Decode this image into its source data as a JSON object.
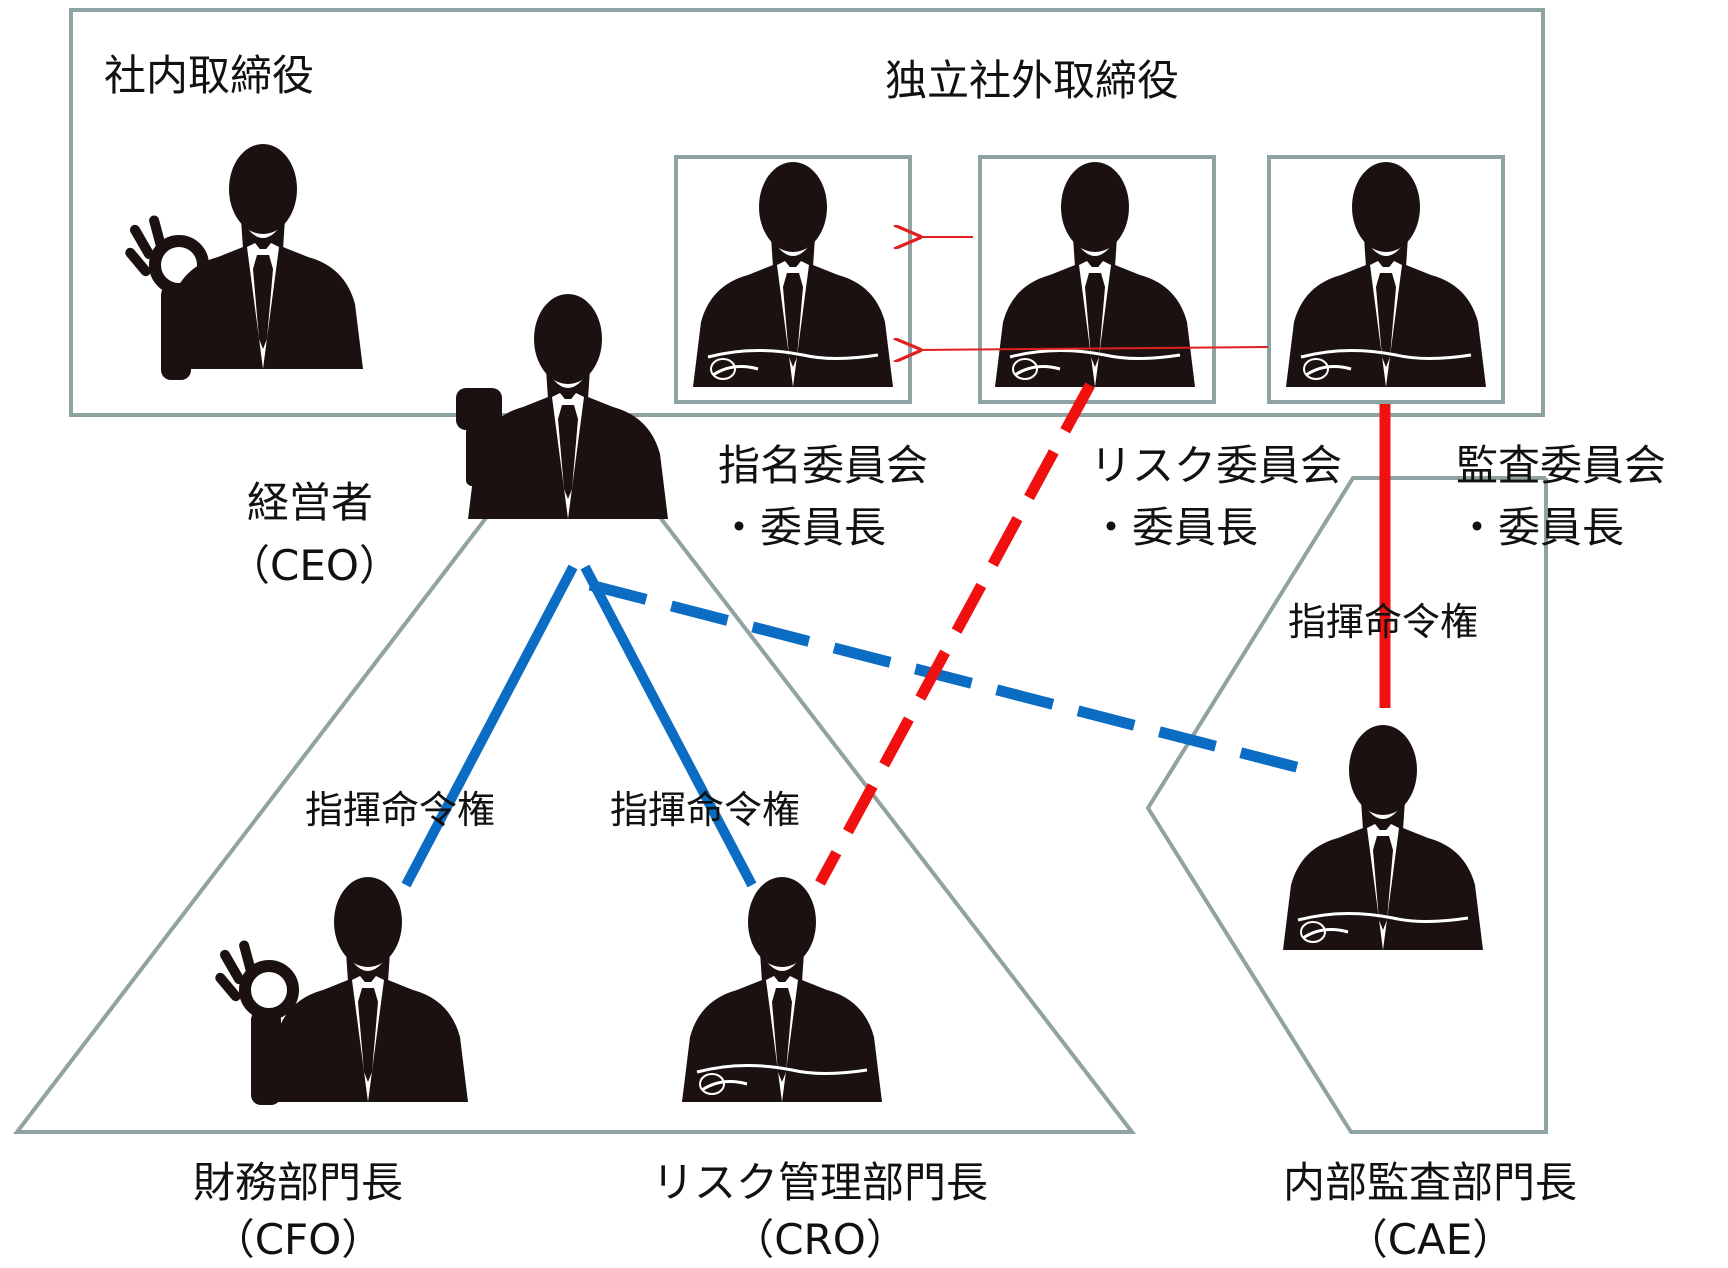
{
  "groups": {
    "internal_directors": "社内取締役",
    "independent_outside_directors": "独立社外取締役"
  },
  "roles": {
    "ceo": {
      "title": "経営者",
      "abbr": "（CEO）"
    },
    "cfo": {
      "title": "財務部門長",
      "abbr": "（CFO）"
    },
    "cro": {
      "title": "リスク管理部門長",
      "abbr": "（CRO）"
    },
    "cae": {
      "title": "内部監査部門長",
      "abbr": "（CAE）"
    }
  },
  "committees": {
    "nomination": {
      "line1": "指名委員会",
      "line2": "・委員長"
    },
    "risk": {
      "line1": "リスク委員会",
      "line2": "・委員長"
    },
    "audit": {
      "line1": "監査委員会",
      "line2": "・委員長"
    }
  },
  "links": {
    "command_authority": "指揮命令権"
  },
  "colors": {
    "frame": "#8fa3a3",
    "solid_line_blue": "#0b6cc4",
    "dashed_line_blue": "#0b6cc4",
    "solid_line_red": "#f01010",
    "dashed_line_red": "#f01010",
    "arrow_red": "#e02020",
    "silhouette": "#1b1111"
  },
  "icons": [
    "person-silhouette-icon",
    "ok-hand-icon",
    "raised-fist-icon",
    "crossed-arms-icon"
  ]
}
